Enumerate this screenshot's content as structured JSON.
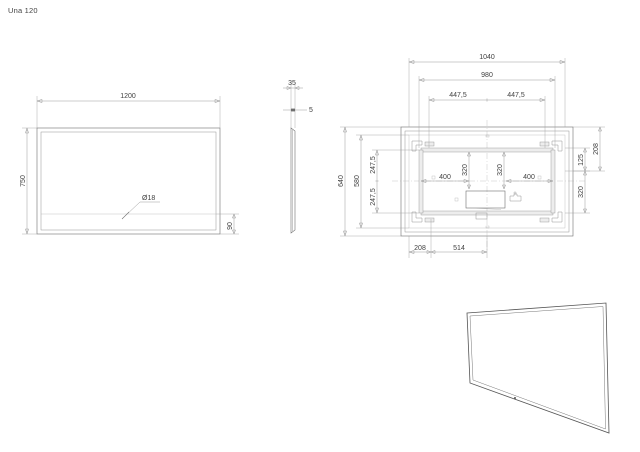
{
  "sheet": {
    "title": "Una 120",
    "background": "#ffffff",
    "line_color": "#6e6e6e",
    "dim_color": "#9a9a9a",
    "text_color": "#3f3f3f"
  },
  "views": {
    "front": {
      "name": "front-elevation",
      "width_label": "1200",
      "height_label": "750",
      "sensor_label": "Ø18",
      "sensor_offset_label": "90"
    },
    "side": {
      "name": "side-section",
      "depth_label": "35",
      "thickness_label": "5"
    },
    "rear": {
      "name": "rear-view",
      "top_dims": [
        "1040",
        "980",
        "447,5",
        "447,5"
      ],
      "left_dims": [
        "640",
        "580",
        "247,5",
        "247,5"
      ],
      "right_dims": [
        "208",
        "125",
        "320"
      ],
      "inner_dims": [
        "400",
        "320",
        "320",
        "400"
      ],
      "bottom_dims": [
        "208",
        "514"
      ]
    },
    "iso": {
      "name": "isometric-view"
    }
  }
}
